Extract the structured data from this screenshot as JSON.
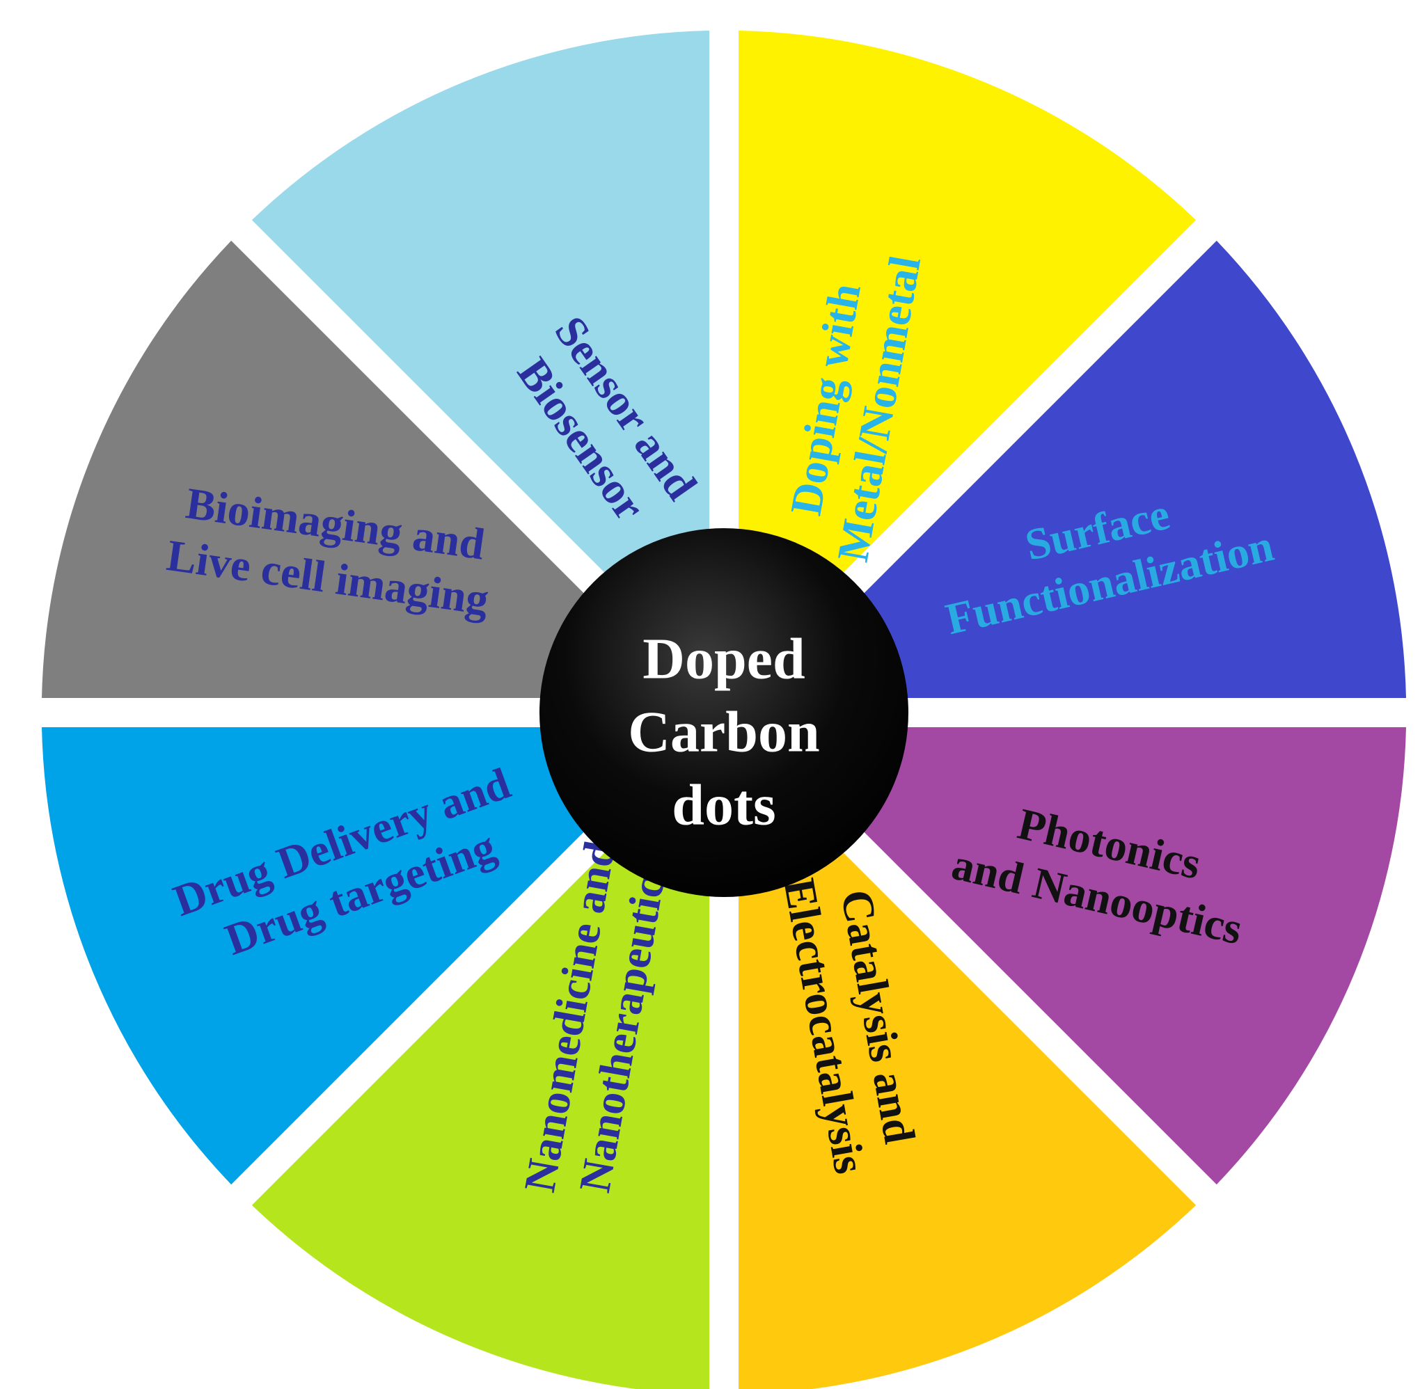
{
  "center": {
    "lines": [
      "Doped",
      "Carbon",
      "dots"
    ],
    "fill": "#000000",
    "text_color": "#ffffff"
  },
  "segments": [
    {
      "lines": [
        "Doping with",
        "Metal/Nonmetal"
      ],
      "fill": "#FFF200",
      "text_color": "#28B4E8"
    },
    {
      "lines": [
        "Surface",
        "Functionalization"
      ],
      "fill": "#3F48CC",
      "text_color": "#29ABE2"
    },
    {
      "lines": [
        "Photonics",
        "and Nanooptics"
      ],
      "fill": "#A349A4",
      "text_color": "#111111"
    },
    {
      "lines": [
        "Catalysis and",
        "Electrocatalysis"
      ],
      "fill": "#FFC90E",
      "text_color": "#111111"
    },
    {
      "lines": [
        "Nanomedicine and",
        "Nanotherapeutics"
      ],
      "fill": "#B5E61D",
      "text_color": "#2B2F9E"
    },
    {
      "lines": [
        "Drug Delivery and",
        "Drug targeting"
      ],
      "fill": "#00A2E8",
      "text_color": "#2B2F9E"
    },
    {
      "lines": [
        "Bioimaging and",
        "Live cell imaging"
      ],
      "fill": "#7F7F7F",
      "text_color": "#2B2F9E"
    },
    {
      "lines": [
        "Sensor and",
        "Biosensor"
      ],
      "fill": "#99D9EA",
      "text_color": "#2B2F9E"
    }
  ]
}
